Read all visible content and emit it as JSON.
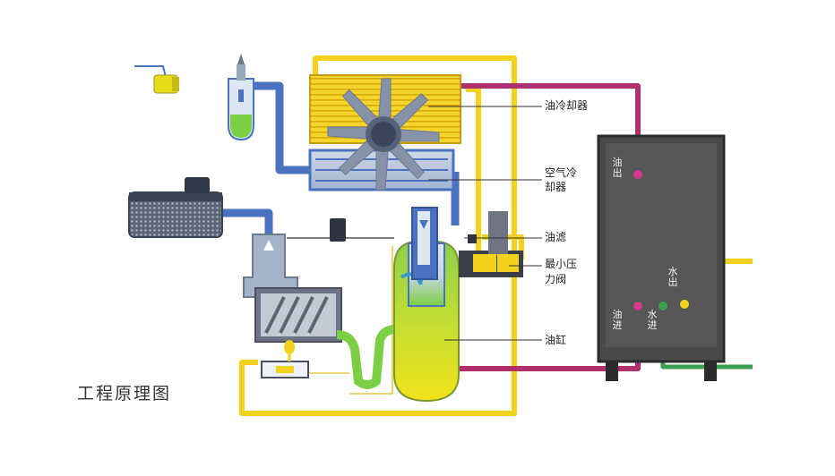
{
  "title": "工程原理图",
  "labels": {
    "oil_cooler": "油冷却器",
    "air_cooler_line1": "空气冷",
    "air_cooler_line2": "却器",
    "oil_filter": "油滤",
    "min_pressure_line1": "最小压",
    "min_pressure_line2": "力阀",
    "oil_tank": "油缸"
  },
  "cooler_labels": {
    "oil_out": "油出",
    "oil_in": "油进",
    "water_in": "水进",
    "water_out": "水出"
  },
  "colors": {
    "yellow_pipe": "#f2d21c",
    "blue_pipe": "#4a72c0",
    "magenta_pipe": "#b0306e",
    "green_pipe": "#3aa050",
    "cabinet": "#4a4a4a",
    "fan": "#8592a8"
  }
}
